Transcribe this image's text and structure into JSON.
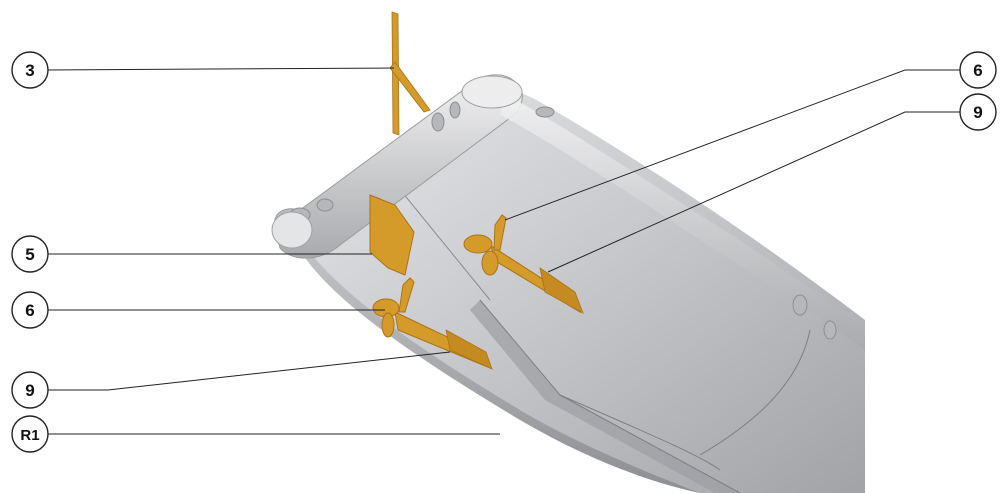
{
  "callouts": {
    "left_3": "3",
    "left_5": "5",
    "left_6": "6",
    "left_9": "9",
    "left_r1": "R1",
    "right_6": "6",
    "right_9": "9"
  },
  "colors": {
    "hull_light": "#d7d8da",
    "hull_mid": "#b4b5b8",
    "hull_dark": "#8f9094",
    "part_gold": "#d49a2a",
    "part_gold_dark": "#a8741a",
    "leader": "#222222"
  }
}
